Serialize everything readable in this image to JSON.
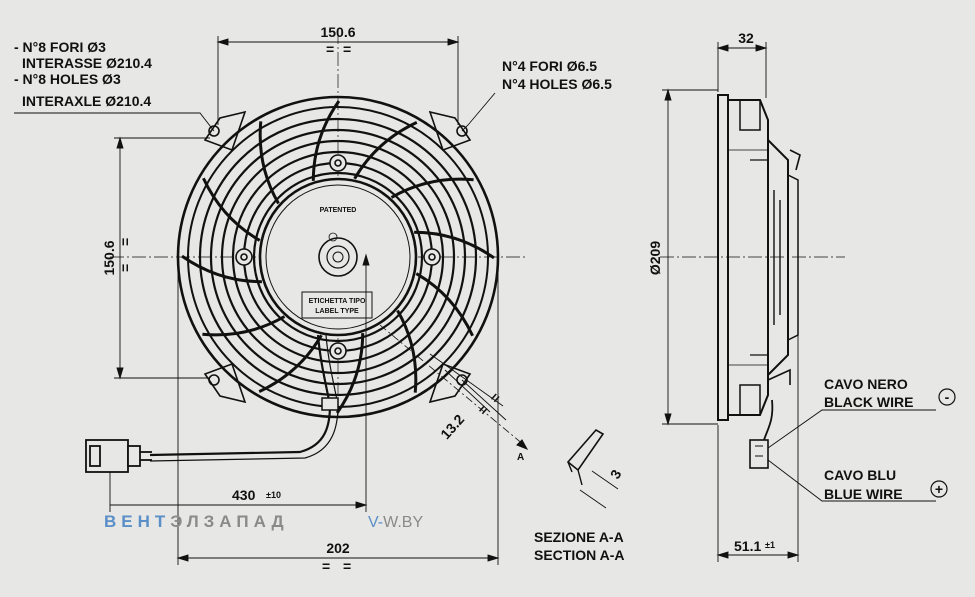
{
  "annotations": {
    "holes_8_it": "- N°8 FORI Ø3",
    "interaxis_it": "INTERASSE Ø210.4",
    "holes_8_en": "- N°8 HOLES Ø3",
    "interaxis_en": "INTERAXLE Ø210.4",
    "holes_4_it": "N°4 FORI Ø6.5",
    "holes_4_en": "N°4 HOLES Ø6.5",
    "patented": "PATENTED",
    "label_it": "ETICHETTA TIPO",
    "label_en": "LABEL TYPE",
    "section_it": "SEZIONE A-A",
    "section_en": "SECTION A-A",
    "section_mark": "A",
    "black_wire_it": "CAVO NERO",
    "black_wire_en": "BLACK WIRE",
    "blue_wire_it": "CAVO BLU",
    "blue_wire_en": "BLUE WIRE",
    "minus_symbol": "-",
    "plus_symbol": "+"
  },
  "dimensions": {
    "top_width": "150.6",
    "side_height": "150.6",
    "depth_top": "32",
    "diameter": "Ø209",
    "hole_offset": "13.2",
    "cable_length": "430",
    "cable_tolerance": "±10",
    "base_width": "202",
    "depth_bottom": "51.1",
    "depth_bottom_tolerance": "±1",
    "section_thickness": "3",
    "equal_mark": "="
  },
  "watermark": {
    "brand_blue": "ВЕНТ",
    "brand_gray": "ЭЛЗАПАД",
    "domain_blue": "V-",
    "domain_gray": "W.BY"
  },
  "colors": {
    "background": "#e7e7e5",
    "line": "#111111",
    "watermark_blue": "#5a8fc8",
    "watermark_gray": "#8a8a8a"
  }
}
